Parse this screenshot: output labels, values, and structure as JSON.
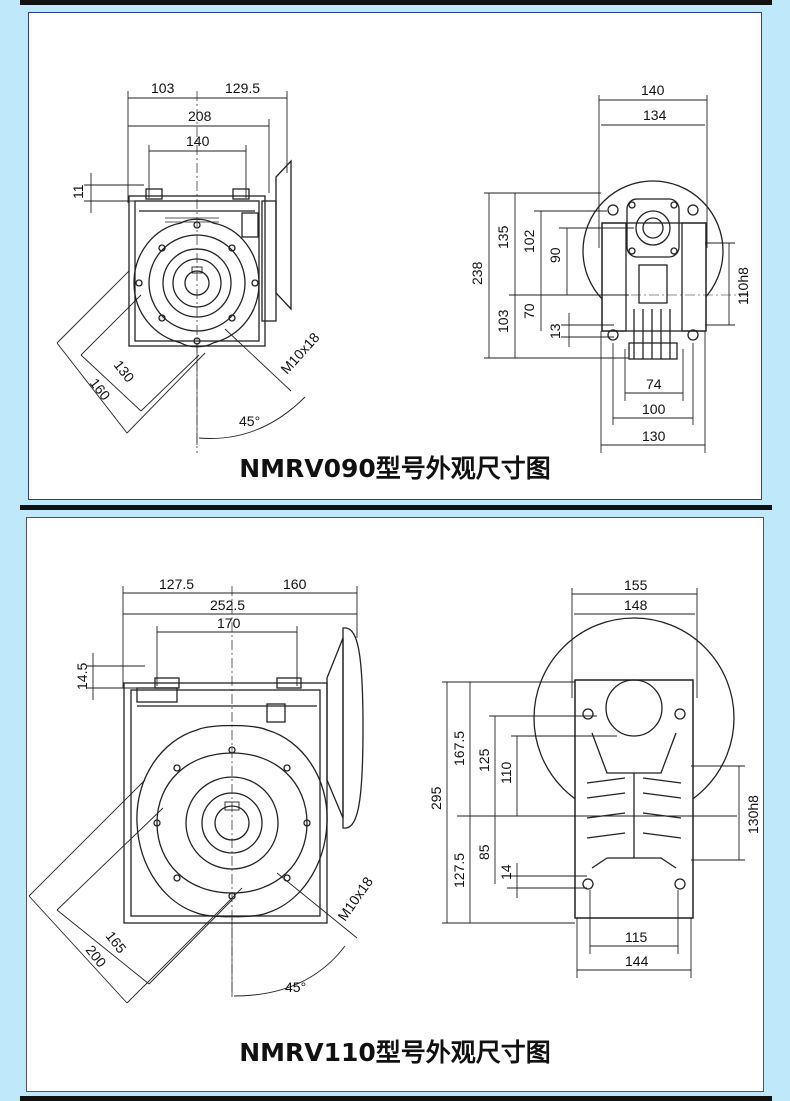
{
  "nmrv090": {
    "caption": "NMRV090型号外观尺寸图",
    "front_dims": {
      "d103": "103",
      "d129_5": "129.5",
      "d208": "208",
      "d140": "140",
      "d11": "11",
      "d130": "130",
      "d160": "160",
      "bolt": "M10x18",
      "angle": "45°"
    },
    "side_dims": {
      "d140": "140",
      "d134": "134",
      "d238": "238",
      "d135": "135",
      "d102": "102",
      "d90": "90",
      "d103": "103",
      "d70": "70",
      "d13": "13",
      "shaft": "110h8",
      "d74": "74",
      "d100": "100",
      "d130": "130"
    }
  },
  "nmrv110": {
    "caption": "NMRV110型号外观尺寸图",
    "front_dims": {
      "d127_5": "127.5",
      "d160": "160",
      "d252_5": "252.5",
      "d170": "170",
      "d14_5": "14.5",
      "d165": "165",
      "d200": "200",
      "bolt": "M10x18",
      "angle": "45°"
    },
    "side_dims": {
      "d155": "155",
      "d148": "148",
      "d295": "295",
      "d167_5": "167.5",
      "d125": "125",
      "d110": "110",
      "d127_5": "127.5",
      "d85": "85",
      "d14": "14",
      "shaft": "130h8",
      "d115": "115",
      "d144": "144"
    }
  }
}
